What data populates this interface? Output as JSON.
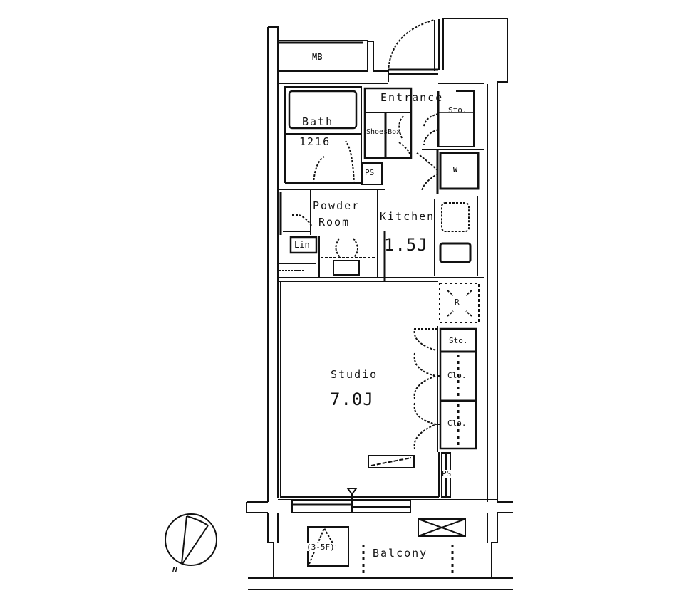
{
  "floor_plan": {
    "rooms": [
      {
        "id": "mb",
        "label": "MB"
      },
      {
        "id": "bath",
        "label": "Bath",
        "size": "1216"
      },
      {
        "id": "entrance",
        "label": "Entrance"
      },
      {
        "id": "shoebox",
        "label": "ShoesBox"
      },
      {
        "id": "entrance_storage",
        "label": "Sto."
      },
      {
        "id": "ps_top",
        "label": "PS"
      },
      {
        "id": "washer",
        "label": "W"
      },
      {
        "id": "powder_room",
        "label": "Powder Room",
        "line1": "Powder",
        "line2": "Room"
      },
      {
        "id": "linen",
        "label": "Lin"
      },
      {
        "id": "kitchen",
        "label": "Kitchen",
        "size": "1.5J"
      },
      {
        "id": "refrigerator",
        "label": "R"
      },
      {
        "id": "studio_storage",
        "label": "Sto."
      },
      {
        "id": "closet1",
        "label": "Clo."
      },
      {
        "id": "closet2",
        "label": "Clo."
      },
      {
        "id": "studio",
        "label": "Studio",
        "size": "7.0J"
      },
      {
        "id": "ps_bottom",
        "label": "PS"
      },
      {
        "id": "balcony",
        "label": "Balcony"
      },
      {
        "id": "evac_hatch",
        "label": "(3-5F)"
      }
    ],
    "compass": {
      "label": "N"
    }
  }
}
